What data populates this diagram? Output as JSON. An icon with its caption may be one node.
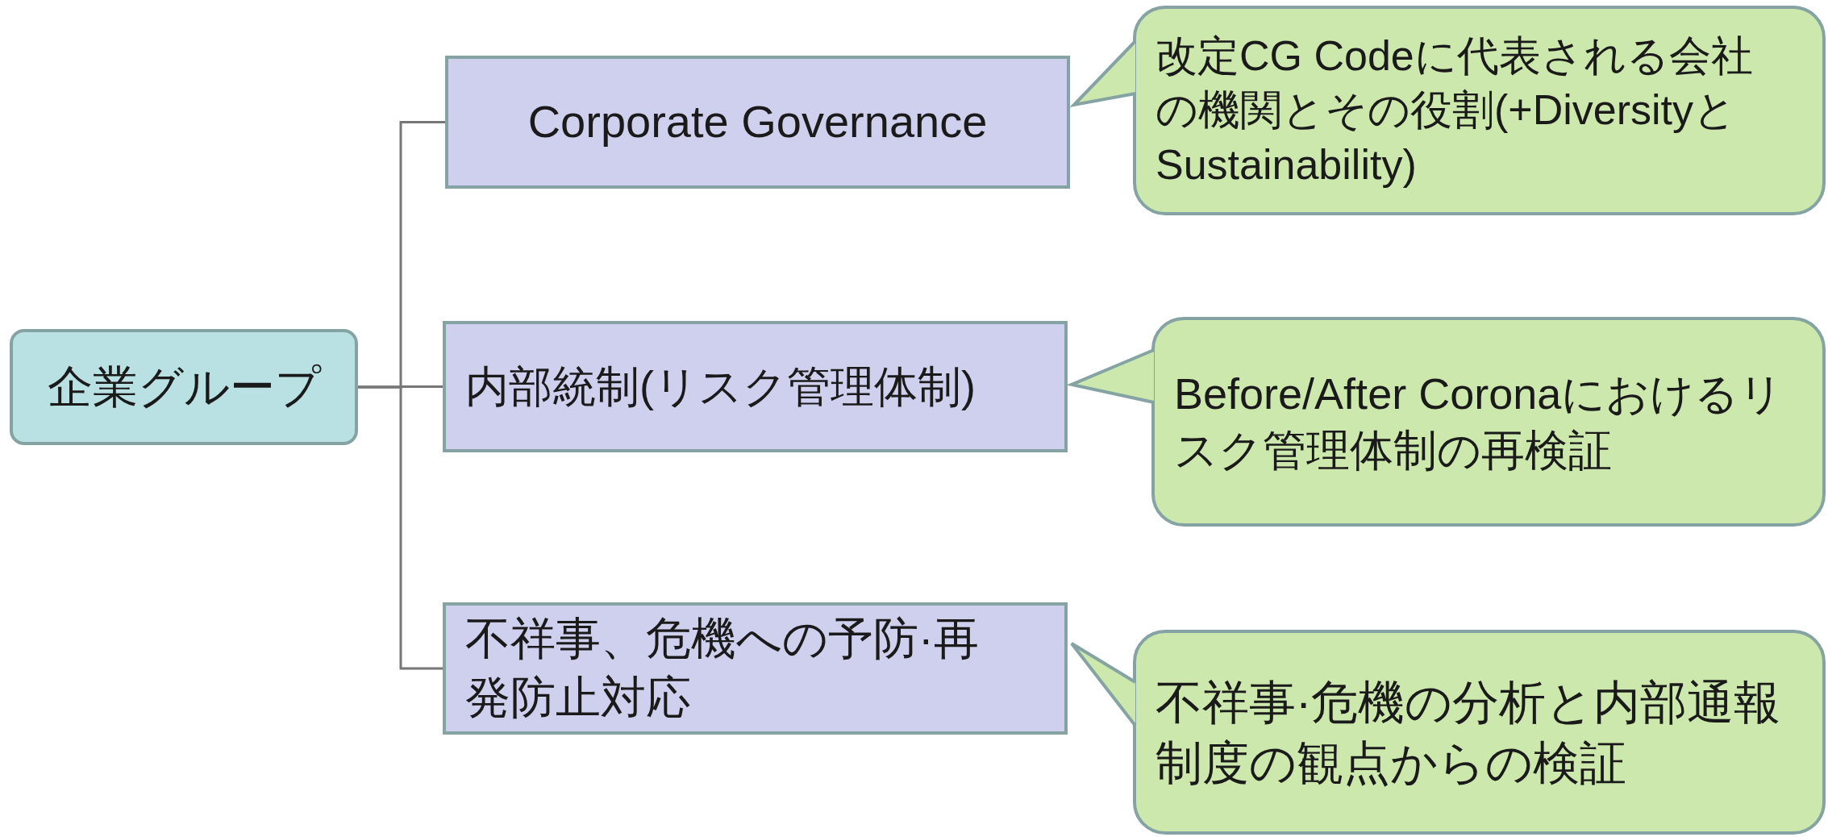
{
  "diagram": {
    "nodes": [
      {
        "text": [
          "企業グループ"
        ]
      },
      {
        "text": [
          "Corporate Governance"
        ]
      },
      {
        "text": [
          "改定CG Codeに代表される会社の機関とその役割(+DiversityとSustainability)"
        ]
      },
      {
        "text": [
          "内部統制(リスク管理体制)"
        ]
      },
      {
        "text": [
          "Before/After Coronaにおけるリスク管理体制の再検証"
        ]
      },
      {
        "text": [
          "不祥事、危機への予防·再発防止対応"
        ]
      },
      {
        "text": [
          "不祥事·危機の分析と内部通報制度の観点からの検証"
        ]
      }
    ],
    "edges": [
      {
        "from": 0,
        "to": 1,
        "arrow": "none"
      },
      {
        "from": 0,
        "to": 3,
        "arrow": "none"
      },
      {
        "from": 0,
        "to": 5,
        "arrow": "none"
      },
      {
        "from": 2,
        "to": 1,
        "arrow": "to"
      },
      {
        "from": 4,
        "to": 3,
        "arrow": "to"
      },
      {
        "from": 6,
        "to": 5,
        "arrow": "to"
      }
    ]
  }
}
